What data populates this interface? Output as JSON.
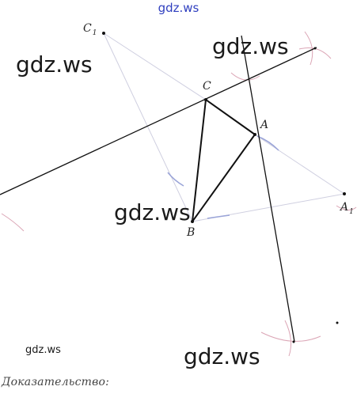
{
  "watermarks": {
    "top": "gdz.ws",
    "mid_right": "gdz.ws",
    "left": "gdz.ws",
    "center": "gdz.ws",
    "bottom_left_small": "gdz.ws",
    "bottom_center": "gdz.ws"
  },
  "points": {
    "C1": {
      "letter": "C",
      "sub": "1"
    },
    "C": {
      "letter": "C",
      "sub": ""
    },
    "A": {
      "letter": "A",
      "sub": ""
    },
    "B": {
      "letter": "B",
      "sub": ""
    },
    "A1": {
      "letter": "A",
      "sub": "1"
    }
  },
  "footer": {
    "text": "Доказательство:"
  },
  "colors": {
    "line": "#111111",
    "triangle": "#111111",
    "arc": "#d9a0b0",
    "construction": "#c9c9dd",
    "watermark_top": "#2f3fbf"
  }
}
